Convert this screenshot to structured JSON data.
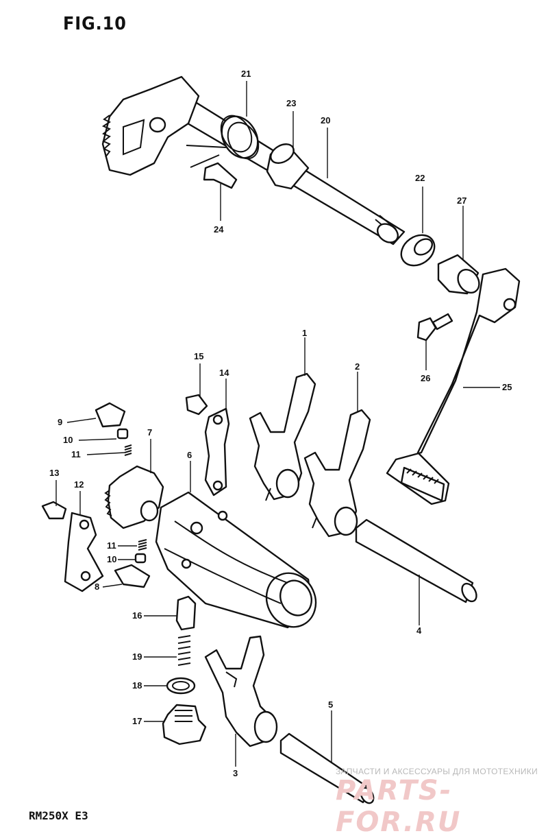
{
  "figure": {
    "title": "FIG.10",
    "model": "RM250X E3"
  },
  "watermark": {
    "tagline": "ЗАПЧАСТИ И АКСЕССУАРЫ ДЛЯ МОТОТЕХНИКИ",
    "brand": "PARTS-FOR.RU"
  },
  "callouts": [
    "1",
    "2",
    "3",
    "4",
    "5",
    "6",
    "7",
    "8",
    "9",
    "10",
    "10",
    "11",
    "11",
    "12",
    "13",
    "14",
    "15",
    "16",
    "17",
    "18",
    "19",
    "20",
    "21",
    "22",
    "23",
    "24",
    "25",
    "26",
    "27"
  ],
  "colors": {
    "ink": "#111111",
    "watermark_text": "#f1c8c8",
    "background": "#ffffff"
  }
}
